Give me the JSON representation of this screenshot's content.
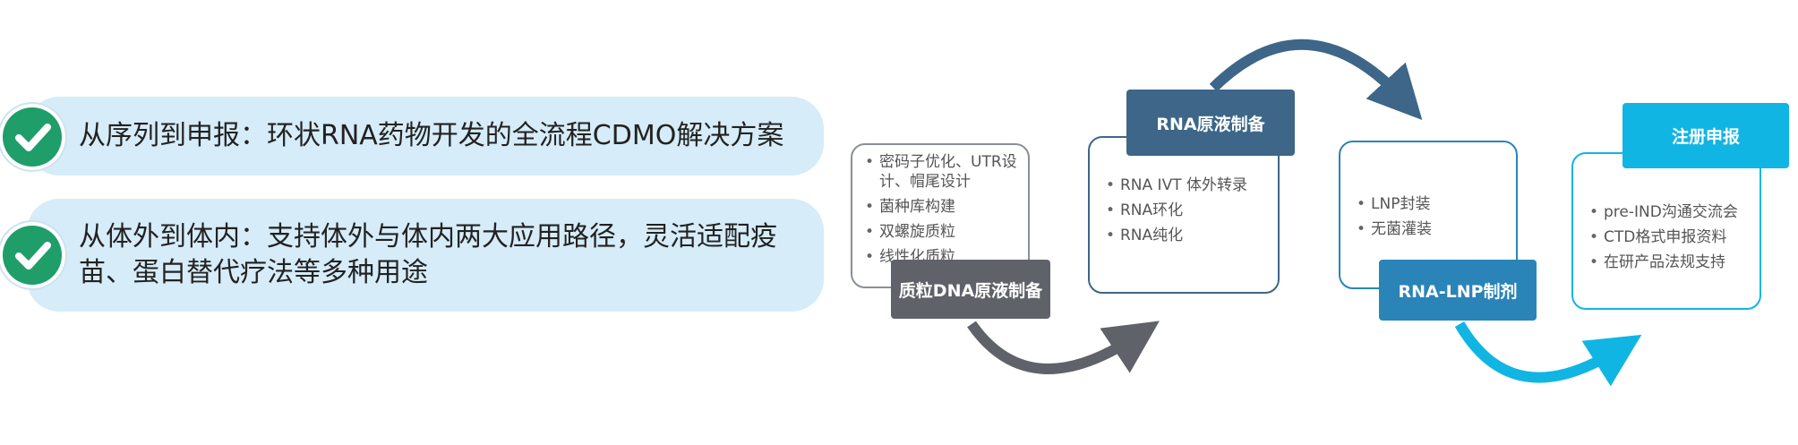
{
  "features": [
    {
      "text": "从序列到申报：环状RNA药物开发的全流程CDMO解决方案"
    },
    {
      "text": "从体外到体内：支持体外与体内两大应用路径，灵活适配疫苗、蛋白替代疗法等多种用途"
    }
  ],
  "steps": [
    {
      "title": "质粒DNA原液制备",
      "color": "#5f6369",
      "items": [
        "密码子优化、UTR设计、帽尾设计",
        "菌种库构建",
        "双螺旋质粒",
        "线性化质粒"
      ]
    },
    {
      "title": "RNA原液制备",
      "color": "#3d6688",
      "items": [
        "RNA IVT 体外转录",
        "RNA环化",
        "RNA纯化"
      ]
    },
    {
      "title": "RNA-LNP制剂",
      "color": "#2a84b8",
      "items": [
        "LNP封装",
        "无菌灌装"
      ]
    },
    {
      "title": "注册申报",
      "color": "#11b5e3",
      "items": [
        "pre-IND沟通交流会",
        "CTD格式申报资料",
        "在研产品法规支持"
      ]
    }
  ],
  "colors": {
    "pill_bg": "#d6ecf8",
    "check_green": "#1f9e6a",
    "arrow_gray": "#5f6369",
    "arrow_blue": "#3d6688",
    "arrow_cyan": "#11b5e3"
  }
}
